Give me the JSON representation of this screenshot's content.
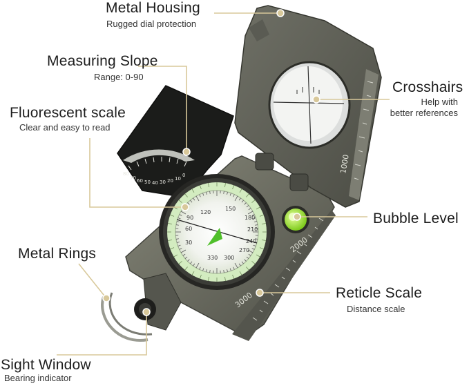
{
  "callouts": {
    "metal_housing": {
      "title": "Metal Housing",
      "sub": "Rugged dial protection"
    },
    "measuring_slope": {
      "title": "Measuring Slope",
      "sub": "Range: 0-90"
    },
    "fluorescent_scale": {
      "title": "Fluorescent scale",
      "sub": "Clear and easy to read"
    },
    "crosshairs": {
      "title": "Crosshairs",
      "sub1": "Help with",
      "sub2": "better references"
    },
    "bubble_level": {
      "title": "Bubble Level"
    },
    "metal_rings": {
      "title": "Metal Rings"
    },
    "reticle_scale": {
      "title": "Reticle Scale",
      "sub": "Distance scale"
    },
    "sight_window": {
      "title": "Sight Window",
      "sub": "Bearing indicator"
    }
  },
  "compass_marks": {
    "dial_numbers": [
      "150",
      "120",
      "180",
      "210",
      "240",
      "270",
      "300",
      "330",
      "30",
      "60",
      "90"
    ],
    "ruler_numbers": [
      "1000",
      "2000",
      "3000"
    ],
    "clinometer_numbers": [
      "80",
      "70",
      "60",
      "50",
      "40",
      "30",
      "20",
      "10",
      "0"
    ]
  },
  "colors": {
    "leader": "#d8c89a",
    "accent": "#9ad34a",
    "metal": "#6b6c63"
  }
}
